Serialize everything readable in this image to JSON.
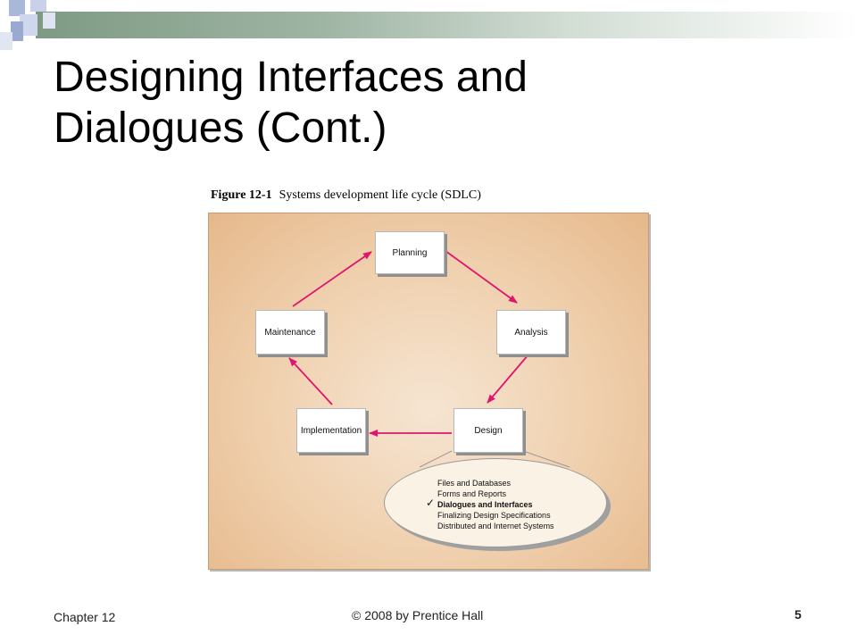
{
  "slide": {
    "title": "Designing Interfaces and\nDialogues (Cont.)",
    "footer_left": "Chapter 12",
    "footer_center": "© 2008 by Prentice Hall",
    "page_number": "5"
  },
  "figure": {
    "label": "Figure 12-1",
    "caption": "Systems development life cycle (SDLC)",
    "phases": {
      "planning": "Planning",
      "analysis": "Analysis",
      "design": "Design",
      "implementation": "Implementation",
      "maintenance": "Maintenance"
    },
    "design_subtopics": [
      {
        "label": "Files and Databases",
        "selected": false
      },
      {
        "label": "Forms and Reports",
        "selected": false
      },
      {
        "label": "Dialogues and Interfaces",
        "selected": true
      },
      {
        "label": "Finalizing Design Specifications",
        "selected": false
      },
      {
        "label": "Distributed and Internet Systems",
        "selected": false
      }
    ],
    "check_glyph": "✓",
    "colors": {
      "arrow": "#e0156f",
      "background": "#efcfac"
    }
  }
}
